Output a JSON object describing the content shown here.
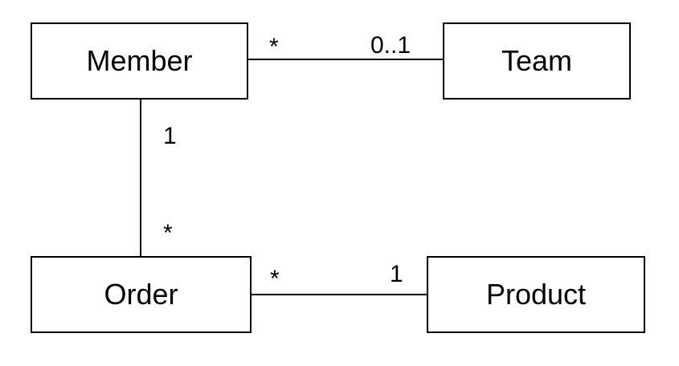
{
  "entities": {
    "member": "Member",
    "team": "Team",
    "order": "Order",
    "product": "Product"
  },
  "associations": {
    "member_team": {
      "member_end": "*",
      "team_end": "0..1"
    },
    "member_order": {
      "member_end": "1",
      "order_end": "*"
    },
    "order_product": {
      "order_end": "*",
      "product_end": "1"
    }
  }
}
